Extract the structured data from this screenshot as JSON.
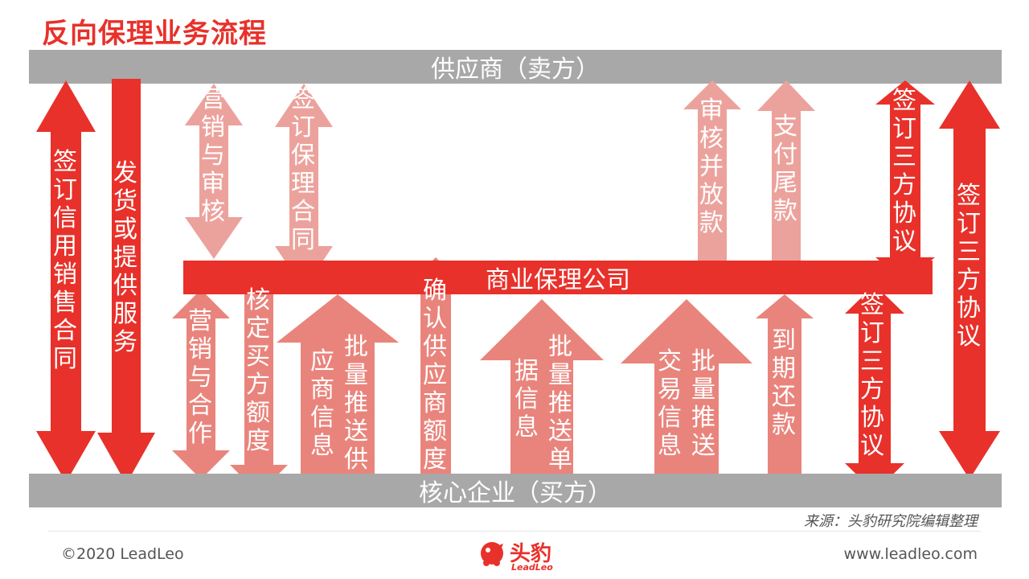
{
  "title": "反向保理业务流程",
  "bands": {
    "supplier": "供应商（卖方）",
    "factoring_company": "商业保理公司",
    "core_enterprise": "核心企业（买方）"
  },
  "arrows": {
    "a1": "签订信用销售合同",
    "a2": "发货或提供服务",
    "a3": "营销与审核",
    "a4": "签订保理合同",
    "a5": "审核并放款",
    "a6": "支付尾款",
    "a7": "签订三方协议",
    "a8": "签订三方协议",
    "b1": "营销与合作",
    "b2": "核定买方额度",
    "b3_col1": "应商信息",
    "b3_col2": "批量推送供",
    "b4": "确认供应商额度",
    "b5_col1": "据信息",
    "b5_col2": "批量推送单",
    "b6_col1": "交易信息",
    "b6_col2": "批量推送",
    "b7": "到期还款",
    "b8": "签订三方协议"
  },
  "footer": {
    "source": "来源：头豹研究院编辑整理",
    "copyright": "©2020 LeadLeo",
    "website": "www.leadleo.com",
    "logo_text": "头豹",
    "logo_sub": "LeadLeo"
  },
  "colors": {
    "red": "#e8312a",
    "salmon": "#e9847c",
    "light_salmon": "#eca29c",
    "gray": "#a8a8a8"
  }
}
